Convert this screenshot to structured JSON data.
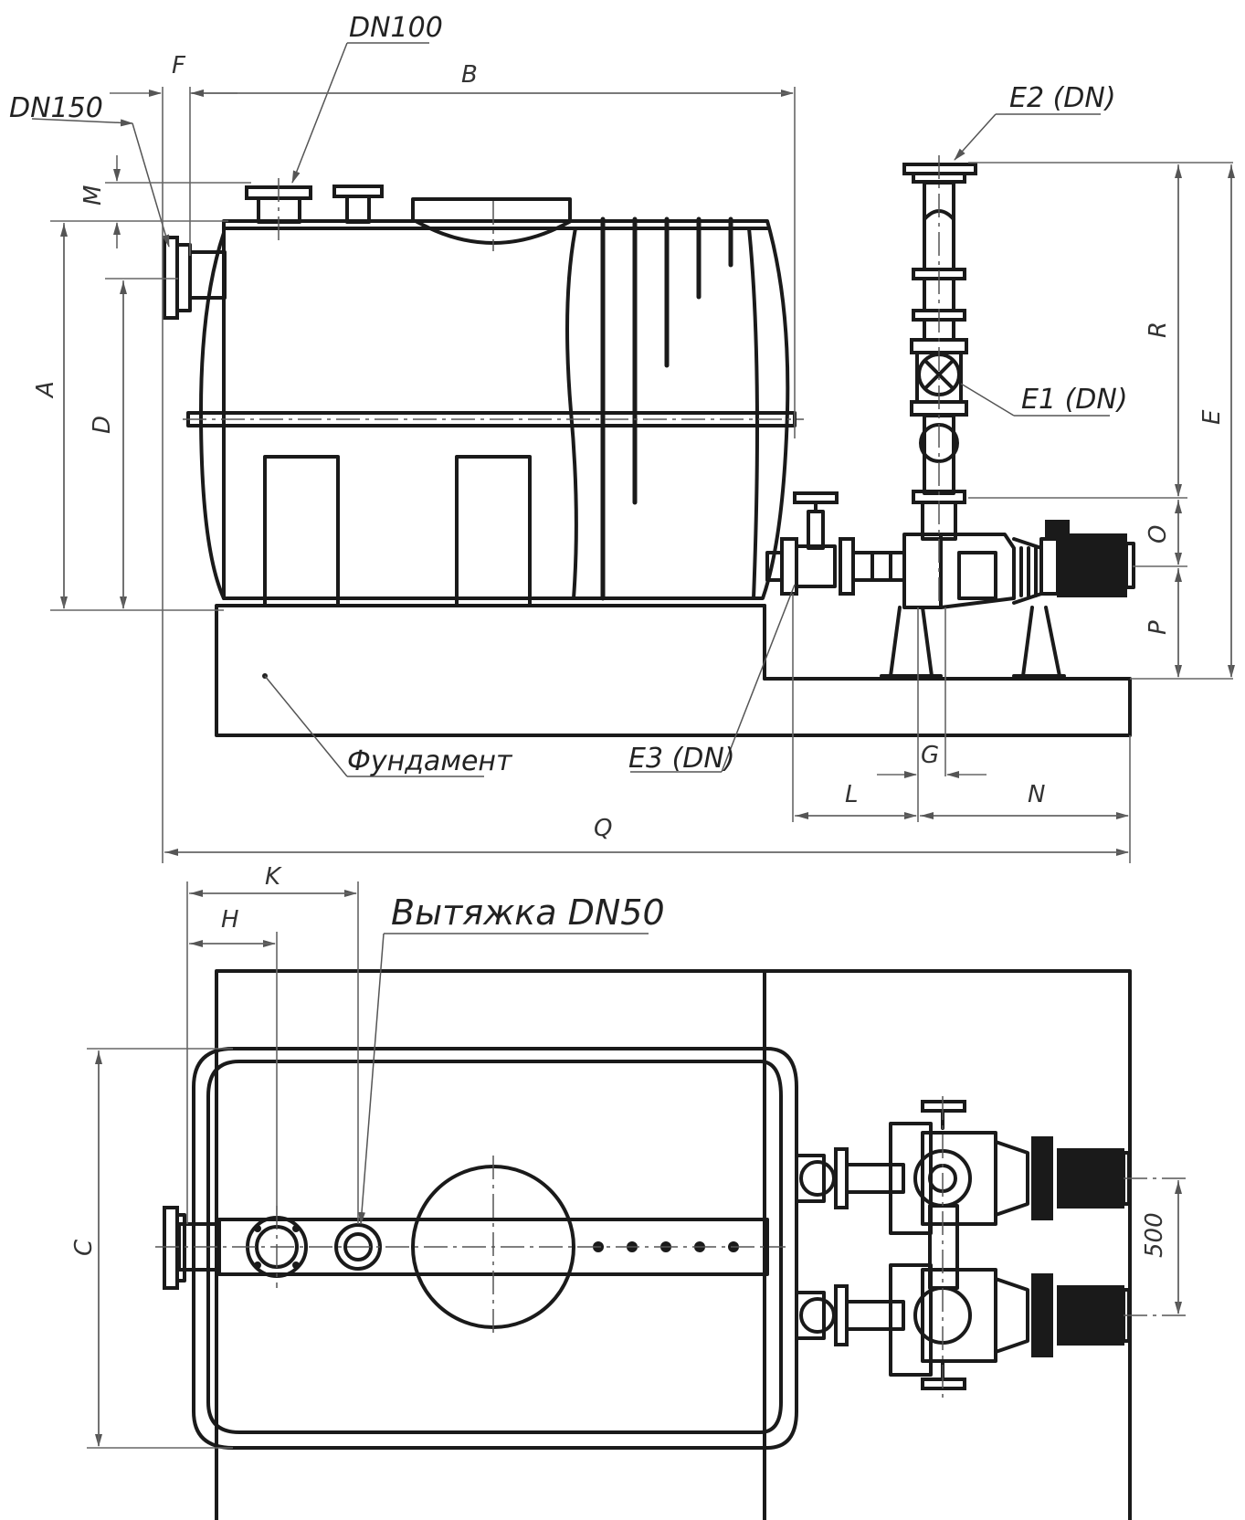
{
  "labels": {
    "dn150": "DN150",
    "dn100": "DN100",
    "e2": "E2 (DN)",
    "e1": "E1 (DN)",
    "e3": "E3 (DN)",
    "foundation": "Фундамент",
    "exhaust": "Вытяжка DN50",
    "dim_500": "500"
  },
  "dimensions": {
    "A": "A",
    "B": "B",
    "C": "C",
    "D": "D",
    "E": "E",
    "F": "F",
    "G": "G",
    "H": "H",
    "K": "K",
    "L": "L",
    "M": "M",
    "N": "N",
    "O": "O",
    "P": "P",
    "Q": "Q",
    "R": "R"
  }
}
